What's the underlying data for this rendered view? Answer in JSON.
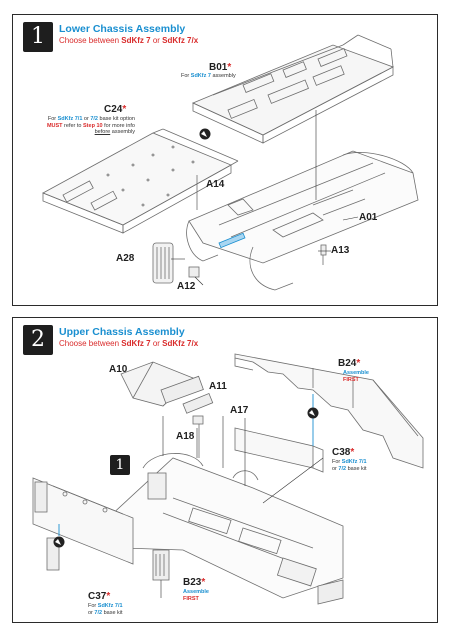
{
  "steps": [
    {
      "number": "1",
      "title": "Lower Chassis Assembly",
      "subtitle": {
        "pre": "Choose between ",
        "a": "SdKfz 7",
        "mid": " or ",
        "b": "SdKfz 7/x"
      },
      "labels": {
        "b01": "B01",
        "c24": "C24",
        "a14": "A14",
        "a01": "A01",
        "a13": "A13",
        "a28": "A28",
        "a12": "A12",
        "ast": "*"
      },
      "notes": {
        "b01": {
          "pre": "For ",
          "kit": "SdKfz 7",
          "post": " assembly"
        },
        "c24": {
          "line1_pre": "For ",
          "line1_a": "SdKfz 7/1",
          "line1_mid": " or ",
          "line1_b": "7/2",
          "line1_post": " base kit option",
          "line2_must": "MUST",
          "line2_mid": " refer to ",
          "line2_step": "Step 10",
          "line2_post": " for more info",
          "line3_u": "before",
          "line3_post": " assembly"
        }
      }
    },
    {
      "number": "2",
      "title": "Upper Chassis Assembly",
      "subtitle": {
        "pre": "Choose between ",
        "a": "SdKfz 7",
        "mid": " or ",
        "b": "SdKfz 7/x"
      },
      "ref_step": "1",
      "labels": {
        "a10": "A10",
        "a11": "A11",
        "a17": "A17",
        "a18": "A18",
        "b24": "B24",
        "c38": "C38",
        "c37": "C37",
        "b23": "B23",
        "ast": "*"
      },
      "notes": {
        "b24": {
          "line1": "Assemble",
          "line2": "FIRST"
        },
        "b23": {
          "line1": "Assemble",
          "line2": "FIRST"
        },
        "c38": {
          "line1_pre": "For ",
          "line1_kit": "SdKfz 7/1",
          "line2_pre": "or ",
          "line2_kit": "7/2",
          "line2_post": " base kit"
        },
        "c37": {
          "line1_pre": "For ",
          "line1_kit": "SdKfz 7/1",
          "line2_pre": "or ",
          "line2_kit": "7/2",
          "line2_post": " base kit"
        }
      }
    }
  ],
  "colors": {
    "accent": "#1a8fd0",
    "warn": "#d92b2b",
    "ink": "#1f1f1f",
    "highlight": "#4aa8e0"
  },
  "icons": [
    "glue-icon",
    "step-number-badge"
  ]
}
